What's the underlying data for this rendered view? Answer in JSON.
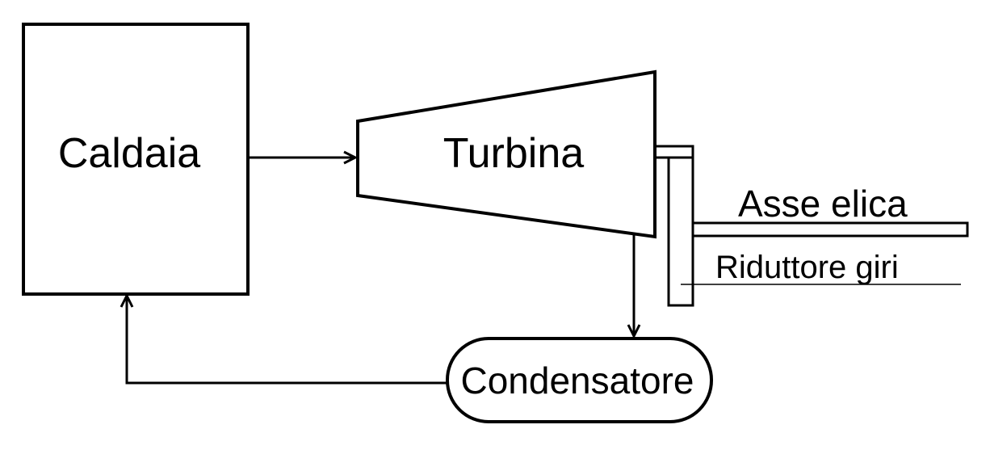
{
  "labels": {
    "boiler": "Caldaia",
    "turbine": "Turbina",
    "condenser": "Condensatore",
    "propeller_shaft": "Asse elica",
    "reduction_gear": "Riduttore giri"
  },
  "colors": {
    "stroke": "#000000",
    "background": "#ffffff"
  }
}
